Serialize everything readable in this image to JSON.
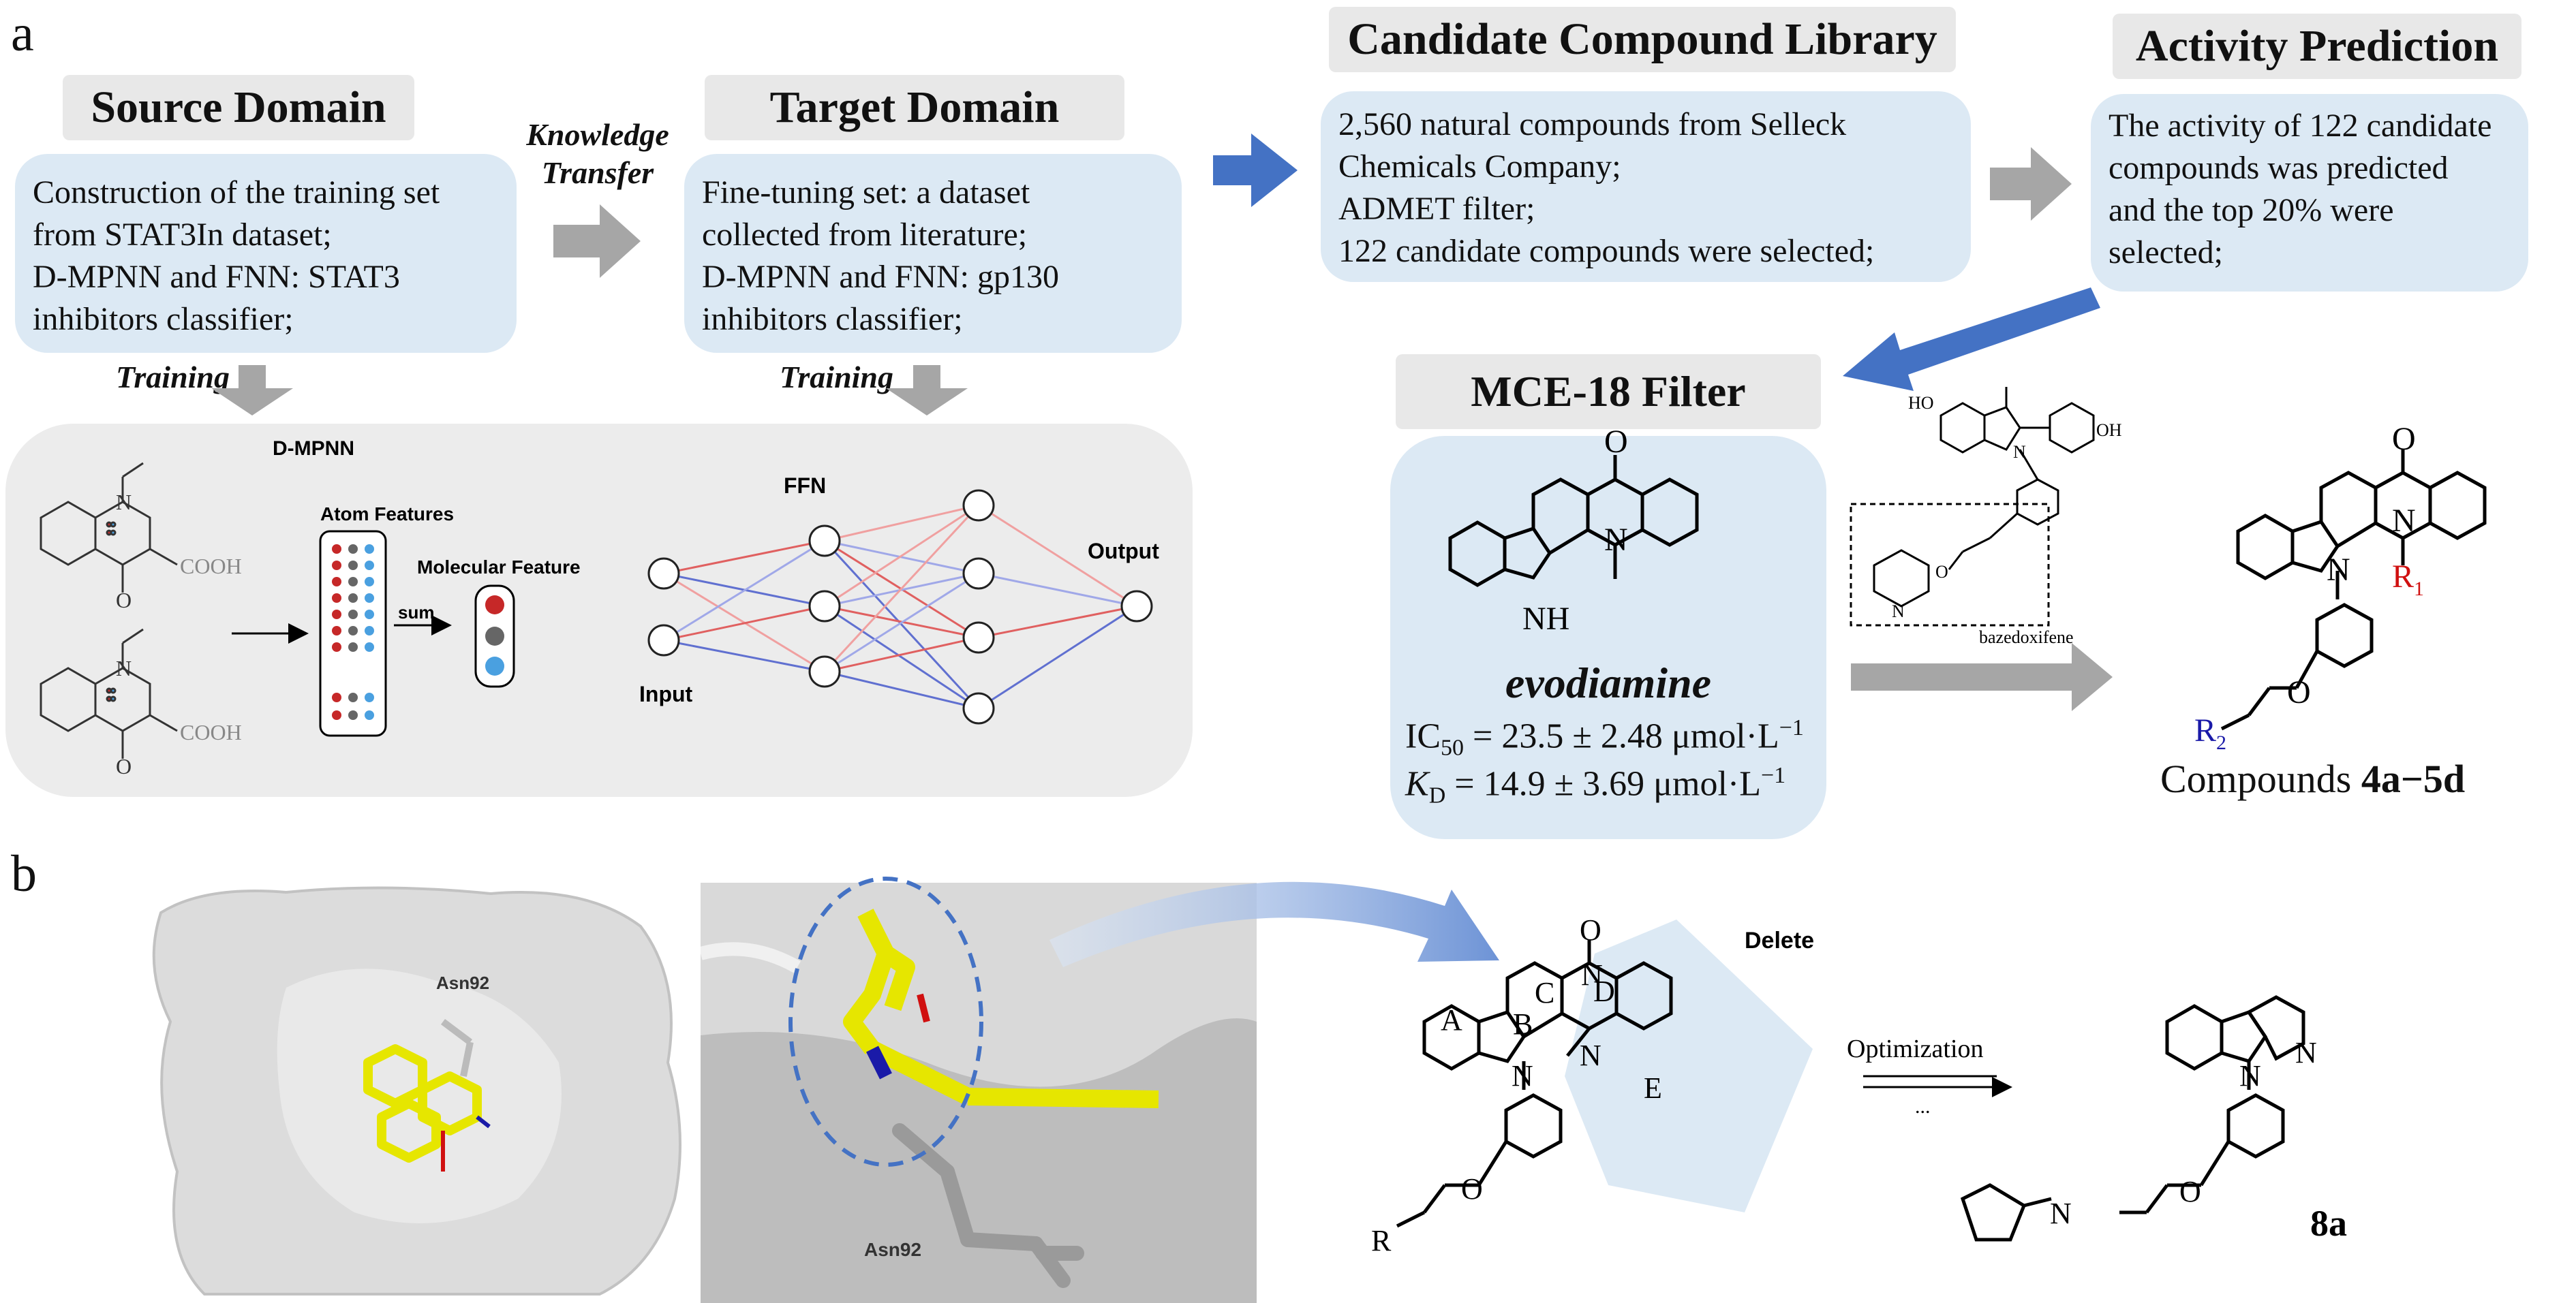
{
  "panel_a": {
    "letter": "a",
    "source_domain": {
      "title": "Source Domain",
      "lines": [
        "Construction of the training set",
        "from  STAT3In dataset;",
        "D-MPNN and FNN: STAT3",
        "inhibitors classifier;"
      ]
    },
    "knowledge_transfer": [
      "Knowledge",
      "Transfer"
    ],
    "target_domain": {
      "title": "Target Domain",
      "lines": [
        "Fine-tuning set: a dataset",
        "collected from literature;",
        "D-MPNN and FNN: gp130",
        "inhibitors classifier;"
      ]
    },
    "training_label_1": "Training",
    "training_label_2": "Training",
    "candidate_library": {
      "title": "Candidate Compound Library",
      "lines": [
        "2,560 natural compounds from Selleck",
        "Chemicals Company;",
        "ADMET filter;",
        "122 candidate compounds were selected;"
      ]
    },
    "activity_prediction": {
      "title": "Activity Prediction",
      "lines": [
        "The activity of 122 candidate",
        "compounds was predicted",
        "and the top 20% were",
        "selected;"
      ]
    },
    "network": {
      "dmpnn": "D-MPNN",
      "atom_features": "Atom Features",
      "molecular_feature": "Molecular Feature",
      "sum": "sum",
      "cooh_1": "COOH",
      "cooh_2": "COOH",
      "n_1": "N",
      "n_2": "N",
      "o_1": "O",
      "o_2": "O",
      "ffn": "FFN",
      "input": "Input",
      "output": "Output"
    },
    "mce18": {
      "title": "MCE-18 Filter",
      "compound": "evodiamine",
      "ic50_prefix": "IC",
      "ic50_sub": "50",
      "ic50_value": " = 23.5 ± 2.48 μmol·L",
      "unit_sup": "−1",
      "kd_prefix": "K",
      "kd_sub": "D",
      "kd_value": " = 14.9 ± 3.69 μmol·L",
      "atoms": {
        "o": "O",
        "n": "N",
        "nh": "NH"
      }
    },
    "bazedoxifene": {
      "label": "bazedoxifene",
      "ho_1": "HO",
      "oh_1": "OH",
      "n": "N",
      "n_ring": "N",
      "o": "O"
    },
    "compounds": {
      "prefix": "Compounds ",
      "bold": "4a−5d",
      "r1": "R",
      "r1_sub": "1",
      "r2": "R",
      "r2_sub": "2",
      "o": "O",
      "n1": "N",
      "n2": "N",
      "o2": "O"
    }
  },
  "panel_b": {
    "letter": "b",
    "asn92_top": "Asn92",
    "asn92_bottom": "Asn92",
    "delete": "Delete",
    "rings": [
      "A",
      "B",
      "C",
      "D",
      "E"
    ],
    "r_label": "R",
    "atoms": {
      "o": "O",
      "n1": "N",
      "n2": "N",
      "n3": "N",
      "o2": "O"
    },
    "optimization": "Optimization",
    "dots": "...",
    "product": "8a",
    "product_atoms": {
      "n1": "N",
      "n2": "N",
      "n3": "N",
      "o": "O"
    }
  },
  "colors": {
    "blue_box": "#dce9f4",
    "header_gray": "#e8e8e8",
    "arrow_blue": "#4472c4",
    "arrow_gray": "#a6a6a6",
    "ligand_yellow": "#e6e600",
    "atom_red": "#d01010",
    "atom_blue": "#1a1aa8"
  }
}
